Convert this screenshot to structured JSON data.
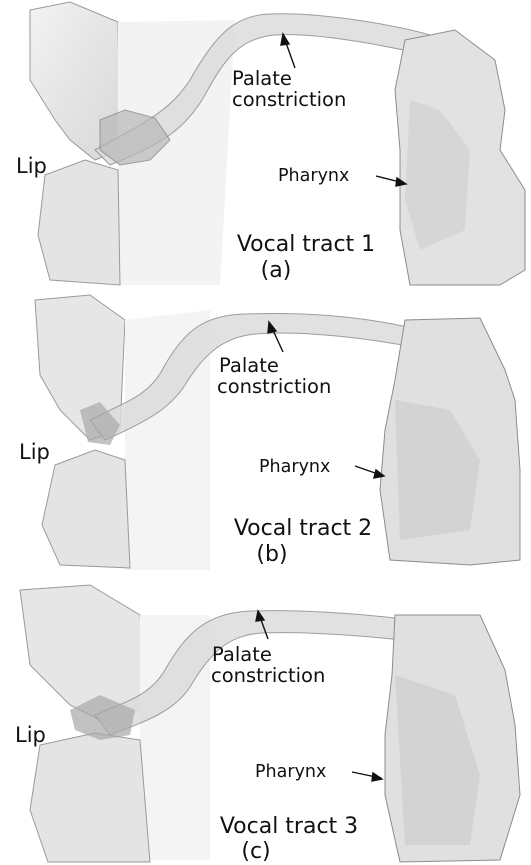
{
  "panels": [
    {
      "lip_label": "Lip",
      "palate_label": "Palate\nconstriction",
      "palate_line1": "Palate",
      "palate_line2": "constriction",
      "pharynx_label": "Pharynx",
      "title": "Vocal tract 1",
      "letter": "(a)"
    },
    {
      "lip_label": "Lip",
      "palate_line1": "Palate",
      "palate_line2": "constriction",
      "pharynx_label": "Pharynx",
      "title": "Vocal tract 2",
      "letter": "(b)"
    },
    {
      "lip_label": "Lip",
      "palate_line1": "Palate",
      "palate_line2": "constriction",
      "pharynx_label": "Pharynx",
      "title": "Vocal tract 3",
      "letter": "(c)"
    }
  ],
  "colors": {
    "mesh_fill": "#e9e9e9",
    "mesh_shade": "#cfcfcf",
    "mesh_dark": "#9a9a9a",
    "outline": "#8c8c8c",
    "text": "#111111"
  }
}
